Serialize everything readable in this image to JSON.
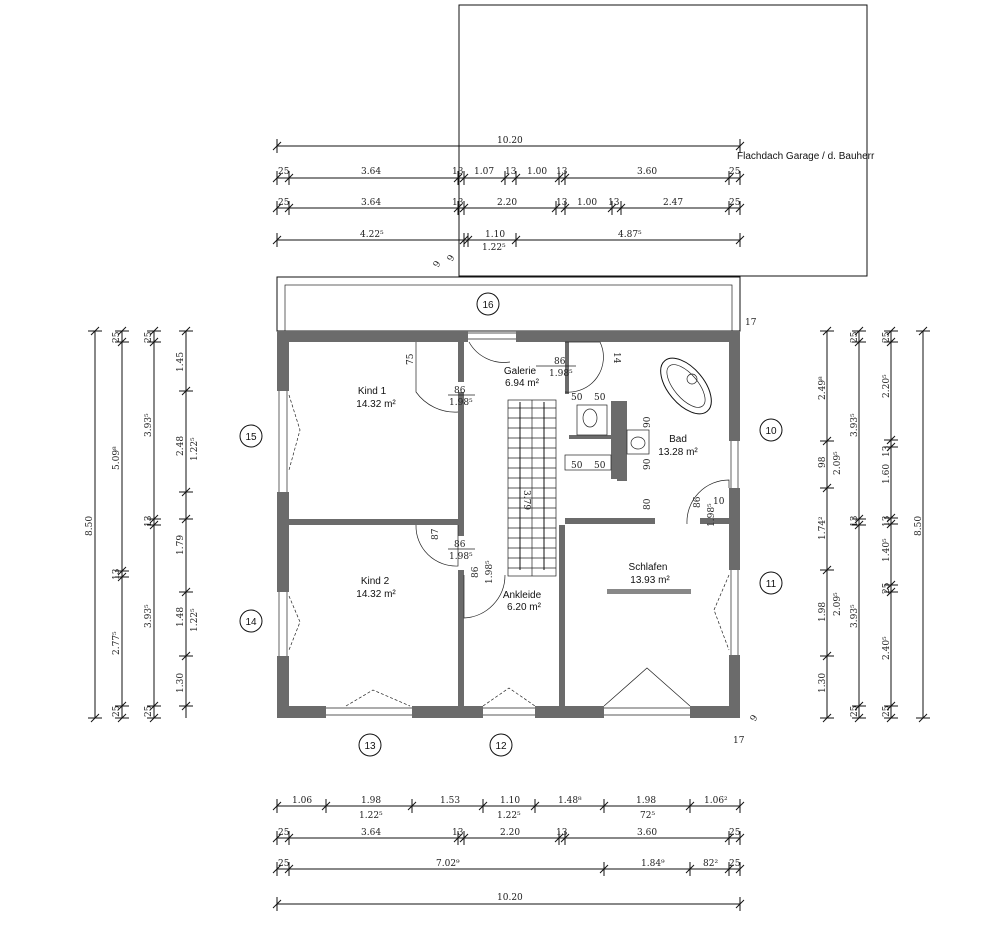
{
  "garage_note": "Flachdach Garage / d. Bauherr",
  "rooms": {
    "kind1": {
      "name": "Kind 1",
      "area": "14.32 m²"
    },
    "kind2": {
      "name": "Kind 2",
      "area": "14.32 m²"
    },
    "galerie": {
      "name": "Galerie",
      "area": "6.94 m²"
    },
    "bad": {
      "name": "Bad",
      "area": "13.28 m²"
    },
    "schlafen": {
      "name": "Schlafen",
      "area": "13.93 m²"
    },
    "ankleide": {
      "name": "Ankleide",
      "area": "6.20 m²"
    }
  },
  "axes": [
    "16",
    "15",
    "14",
    "13",
    "12",
    "10",
    "11"
  ],
  "top_dims": {
    "row1": [
      "10.20"
    ],
    "row2": [
      "25",
      "3.64",
      "13",
      "1.07",
      "13",
      "1.00",
      "13",
      "3.60",
      "25"
    ],
    "row3": [
      "25",
      "3.64",
      "13",
      "2.20",
      "13",
      "1.00",
      "13",
      "2.47",
      "25"
    ],
    "row4": [
      "4.22⁵",
      "1.10",
      "1.22⁵",
      "4.87⁵"
    ],
    "small": [
      "9",
      "9"
    ]
  },
  "bottom_dims": {
    "row1": [
      "1.06",
      "1.98",
      "1.53",
      "1.10",
      "1.48⁸",
      "1.98",
      "1.06²"
    ],
    "row1_sub": [
      "1.22⁵",
      "1.22⁵",
      "72⁵"
    ],
    "row2": [
      "25",
      "3.64",
      "13",
      "2.20",
      "13",
      "3.60",
      "25"
    ],
    "row3": [
      "25",
      "7.02⁹",
      "1.84⁹",
      "82²",
      "25"
    ],
    "row4": [
      "10.20"
    ],
    "small": [
      "9",
      "17"
    ]
  },
  "left_dims": {
    "outer": [
      "8.50"
    ],
    "col2": [
      "5.09⁸",
      "2.77⁵",
      "25",
      "13",
      "25"
    ],
    "col3": [
      "3.93⁵",
      "3.93⁵",
      "25",
      "13",
      "25"
    ],
    "col4": [
      "1.45",
      "2.48",
      "1.22⁵",
      "1.79",
      "1.48",
      "1.22⁵",
      "1.30"
    ]
  },
  "right_dims": {
    "col1": [
      "2.49⁸",
      "98",
      "1.74²",
      "1.98",
      "1.30"
    ],
    "col2": [
      "2.09⁵",
      "2.09⁵",
      "25",
      "13",
      "25"
    ],
    "col3": [
      "3.93⁵",
      "3.93⁵",
      "25",
      "13",
      "25"
    ],
    "col4": [
      "2.20⁵",
      "1.60",
      "1.40⁵",
      "2.40⁵",
      "25",
      "13",
      "13",
      "25"
    ],
    "outer": [
      "8.50"
    ],
    "small": [
      "17"
    ]
  },
  "door_dims": {
    "kind1_door": [
      "86",
      "1.98⁵",
      "75"
    ],
    "galerie_door": [
      "86",
      "1.98⁵"
    ],
    "kind2_door": [
      "86",
      "1.98⁵",
      "87"
    ],
    "ankleide_door": [
      "86",
      "1.98⁵"
    ],
    "bad_door": [
      "86",
      "1.98⁵",
      "10"
    ],
    "bad_wall": [
      "50",
      "50",
      "50",
      "50",
      "90",
      "90",
      "80",
      "10",
      "14"
    ],
    "stair": [
      "3.79"
    ]
  }
}
